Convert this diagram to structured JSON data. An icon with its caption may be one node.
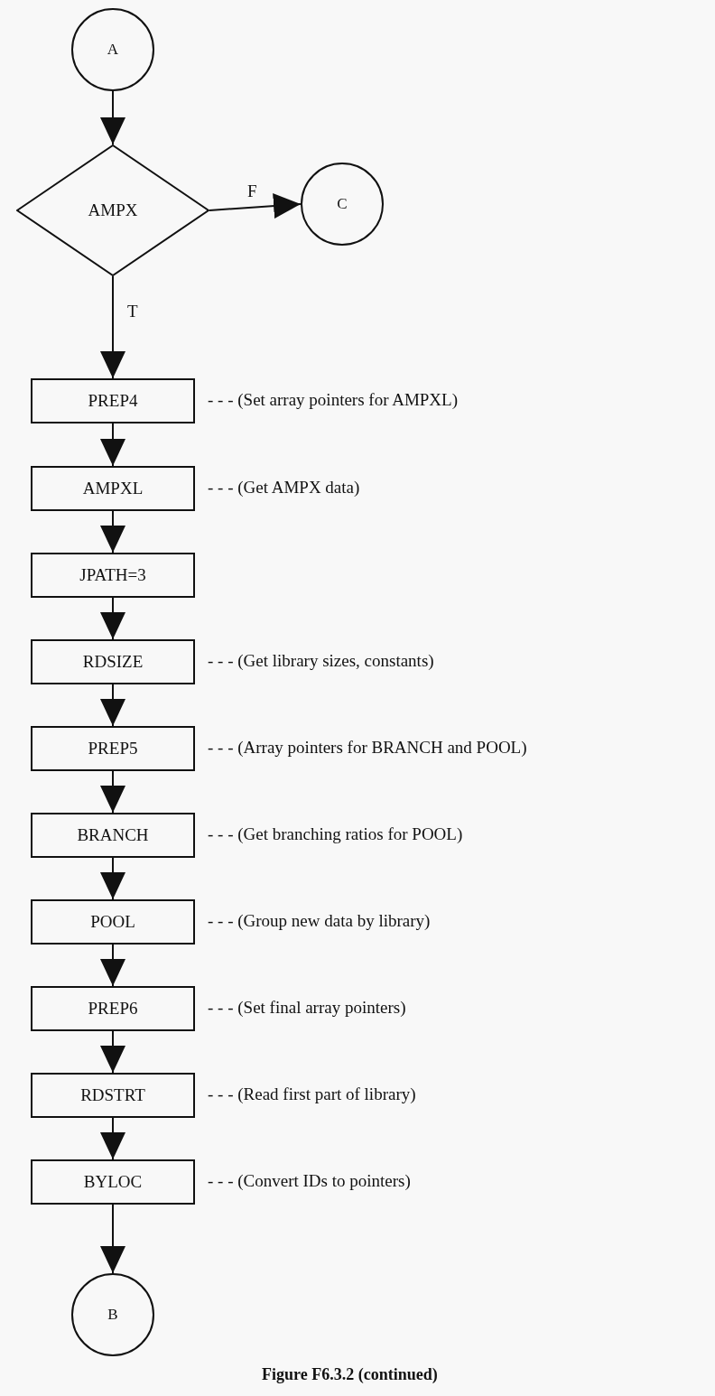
{
  "diagram": {
    "caption": "Figure F6.3.2 (continued)",
    "nodes": [
      {
        "text": [
          "A"
        ]
      },
      {
        "text": [
          "AMPX"
        ]
      },
      {
        "text": [
          "C"
        ]
      },
      {
        "text": [
          "PREP4"
        ],
        "beside": [
          "- - - (Set array pointers for AMPXL)"
        ]
      },
      {
        "text": [
          "AMPXL"
        ],
        "beside": [
          "- - - (Get AMPX data)"
        ]
      },
      {
        "text": [
          "JPATH=3"
        ]
      },
      {
        "text": [
          "RDSIZE"
        ],
        "beside": [
          "- - - (Get library sizes, constants)"
        ]
      },
      {
        "text": [
          "PREP5"
        ],
        "beside": [
          "- - - (Array pointers for BRANCH and POOL)"
        ]
      },
      {
        "text": [
          "BRANCH"
        ],
        "beside": [
          "- - - (Get branching ratios for POOL)"
        ]
      },
      {
        "text": [
          "POOL"
        ],
        "beside": [
          "- - - (Group new data by library)"
        ]
      },
      {
        "text": [
          "PREP6"
        ],
        "beside": [
          "- - - (Set final array pointers)"
        ]
      },
      {
        "text": [
          "RDSTRT"
        ],
        "beside": [
          "- - - (Read first part of library)"
        ]
      },
      {
        "text": [
          "BYLOC"
        ],
        "beside": [
          "- - - (Convert IDs to pointers)"
        ]
      },
      {
        "text": [
          "B"
        ]
      }
    ],
    "edges": [
      {
        "from": 0,
        "to": 1,
        "arrow": "to"
      },
      {
        "from": 1,
        "to": 2,
        "arrow": "to",
        "label": "F"
      },
      {
        "from": 1,
        "to": 3,
        "arrow": "to",
        "label": "T"
      },
      {
        "from": 3,
        "to": 4,
        "arrow": "to"
      },
      {
        "from": 4,
        "to": 5,
        "arrow": "to"
      },
      {
        "from": 5,
        "to": 6,
        "arrow": "to"
      },
      {
        "from": 6,
        "to": 7,
        "arrow": "to"
      },
      {
        "from": 7,
        "to": 8,
        "arrow": "to"
      },
      {
        "from": 8,
        "to": 9,
        "arrow": "to"
      },
      {
        "from": 9,
        "to": 10,
        "arrow": "to"
      },
      {
        "from": 10,
        "to": 11,
        "arrow": "to"
      },
      {
        "from": 11,
        "to": 12,
        "arrow": "to"
      },
      {
        "from": 12,
        "to": 13,
        "arrow": "to"
      }
    ]
  }
}
